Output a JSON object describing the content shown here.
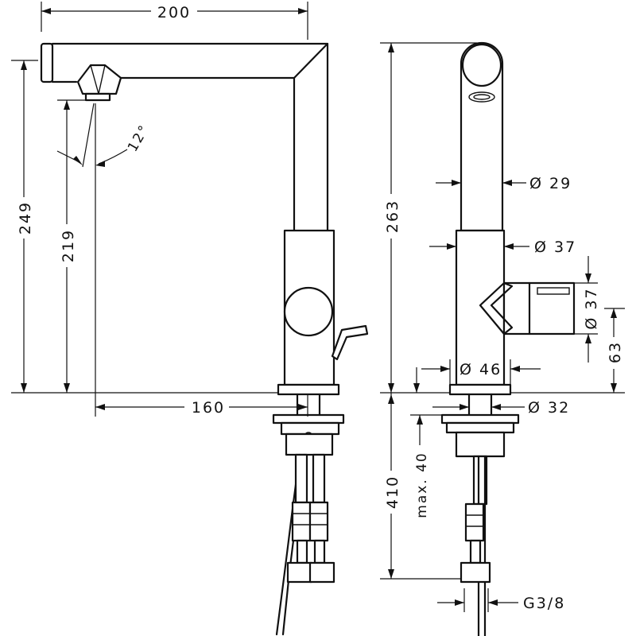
{
  "dimensions": {
    "width_top": "200",
    "height_249": "249",
    "height_219": "219",
    "angle": "12°",
    "reach": "160",
    "height_263": "263",
    "dia_29": "Ø 29",
    "dia_37_body": "Ø 37",
    "dia_37_lever": "Ø 37",
    "height_63": "63",
    "dia_46": "Ø 46",
    "dia_32": "Ø 32",
    "height_410": "410",
    "max_40": "max. 40",
    "thread": "G3/8"
  }
}
